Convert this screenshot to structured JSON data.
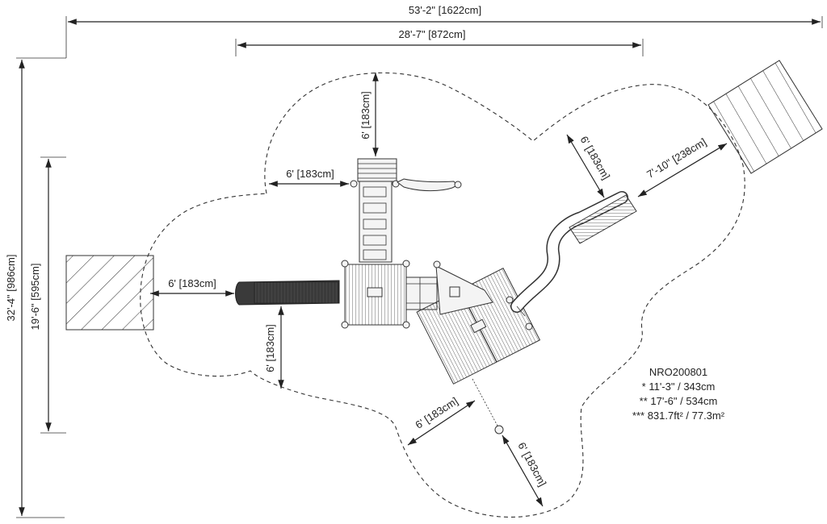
{
  "dimensions": {
    "overall_width": "53'-2\" [1622cm]",
    "inner_width": "28'-7\" [872cm]",
    "overall_height": "32'-4\" [986cm]",
    "inner_height": "19'-6\" [595cm]",
    "clear_top": "6' [183cm]",
    "clear_left_upper": "6' [183cm]",
    "clear_left_slide": "6' [183cm]",
    "clear_below": "6' [183cm]",
    "clear_slide_end": "6' [183cm]",
    "slide_length": "7'-10\" [238cm]",
    "clear_bottom_left": "6' [183cm]",
    "clear_bottom_right": "6' [183cm]"
  },
  "notes": {
    "model": "NRO200801",
    "line1": "* 11'-3\" / 343cm",
    "line2": "** 17'-6\" / 534cm",
    "line3": "*** 831.7ft² / 77.3m²"
  },
  "icons": {
    "arrowheads": "arrow-icon",
    "hatched_areas": "hatch-icon"
  }
}
